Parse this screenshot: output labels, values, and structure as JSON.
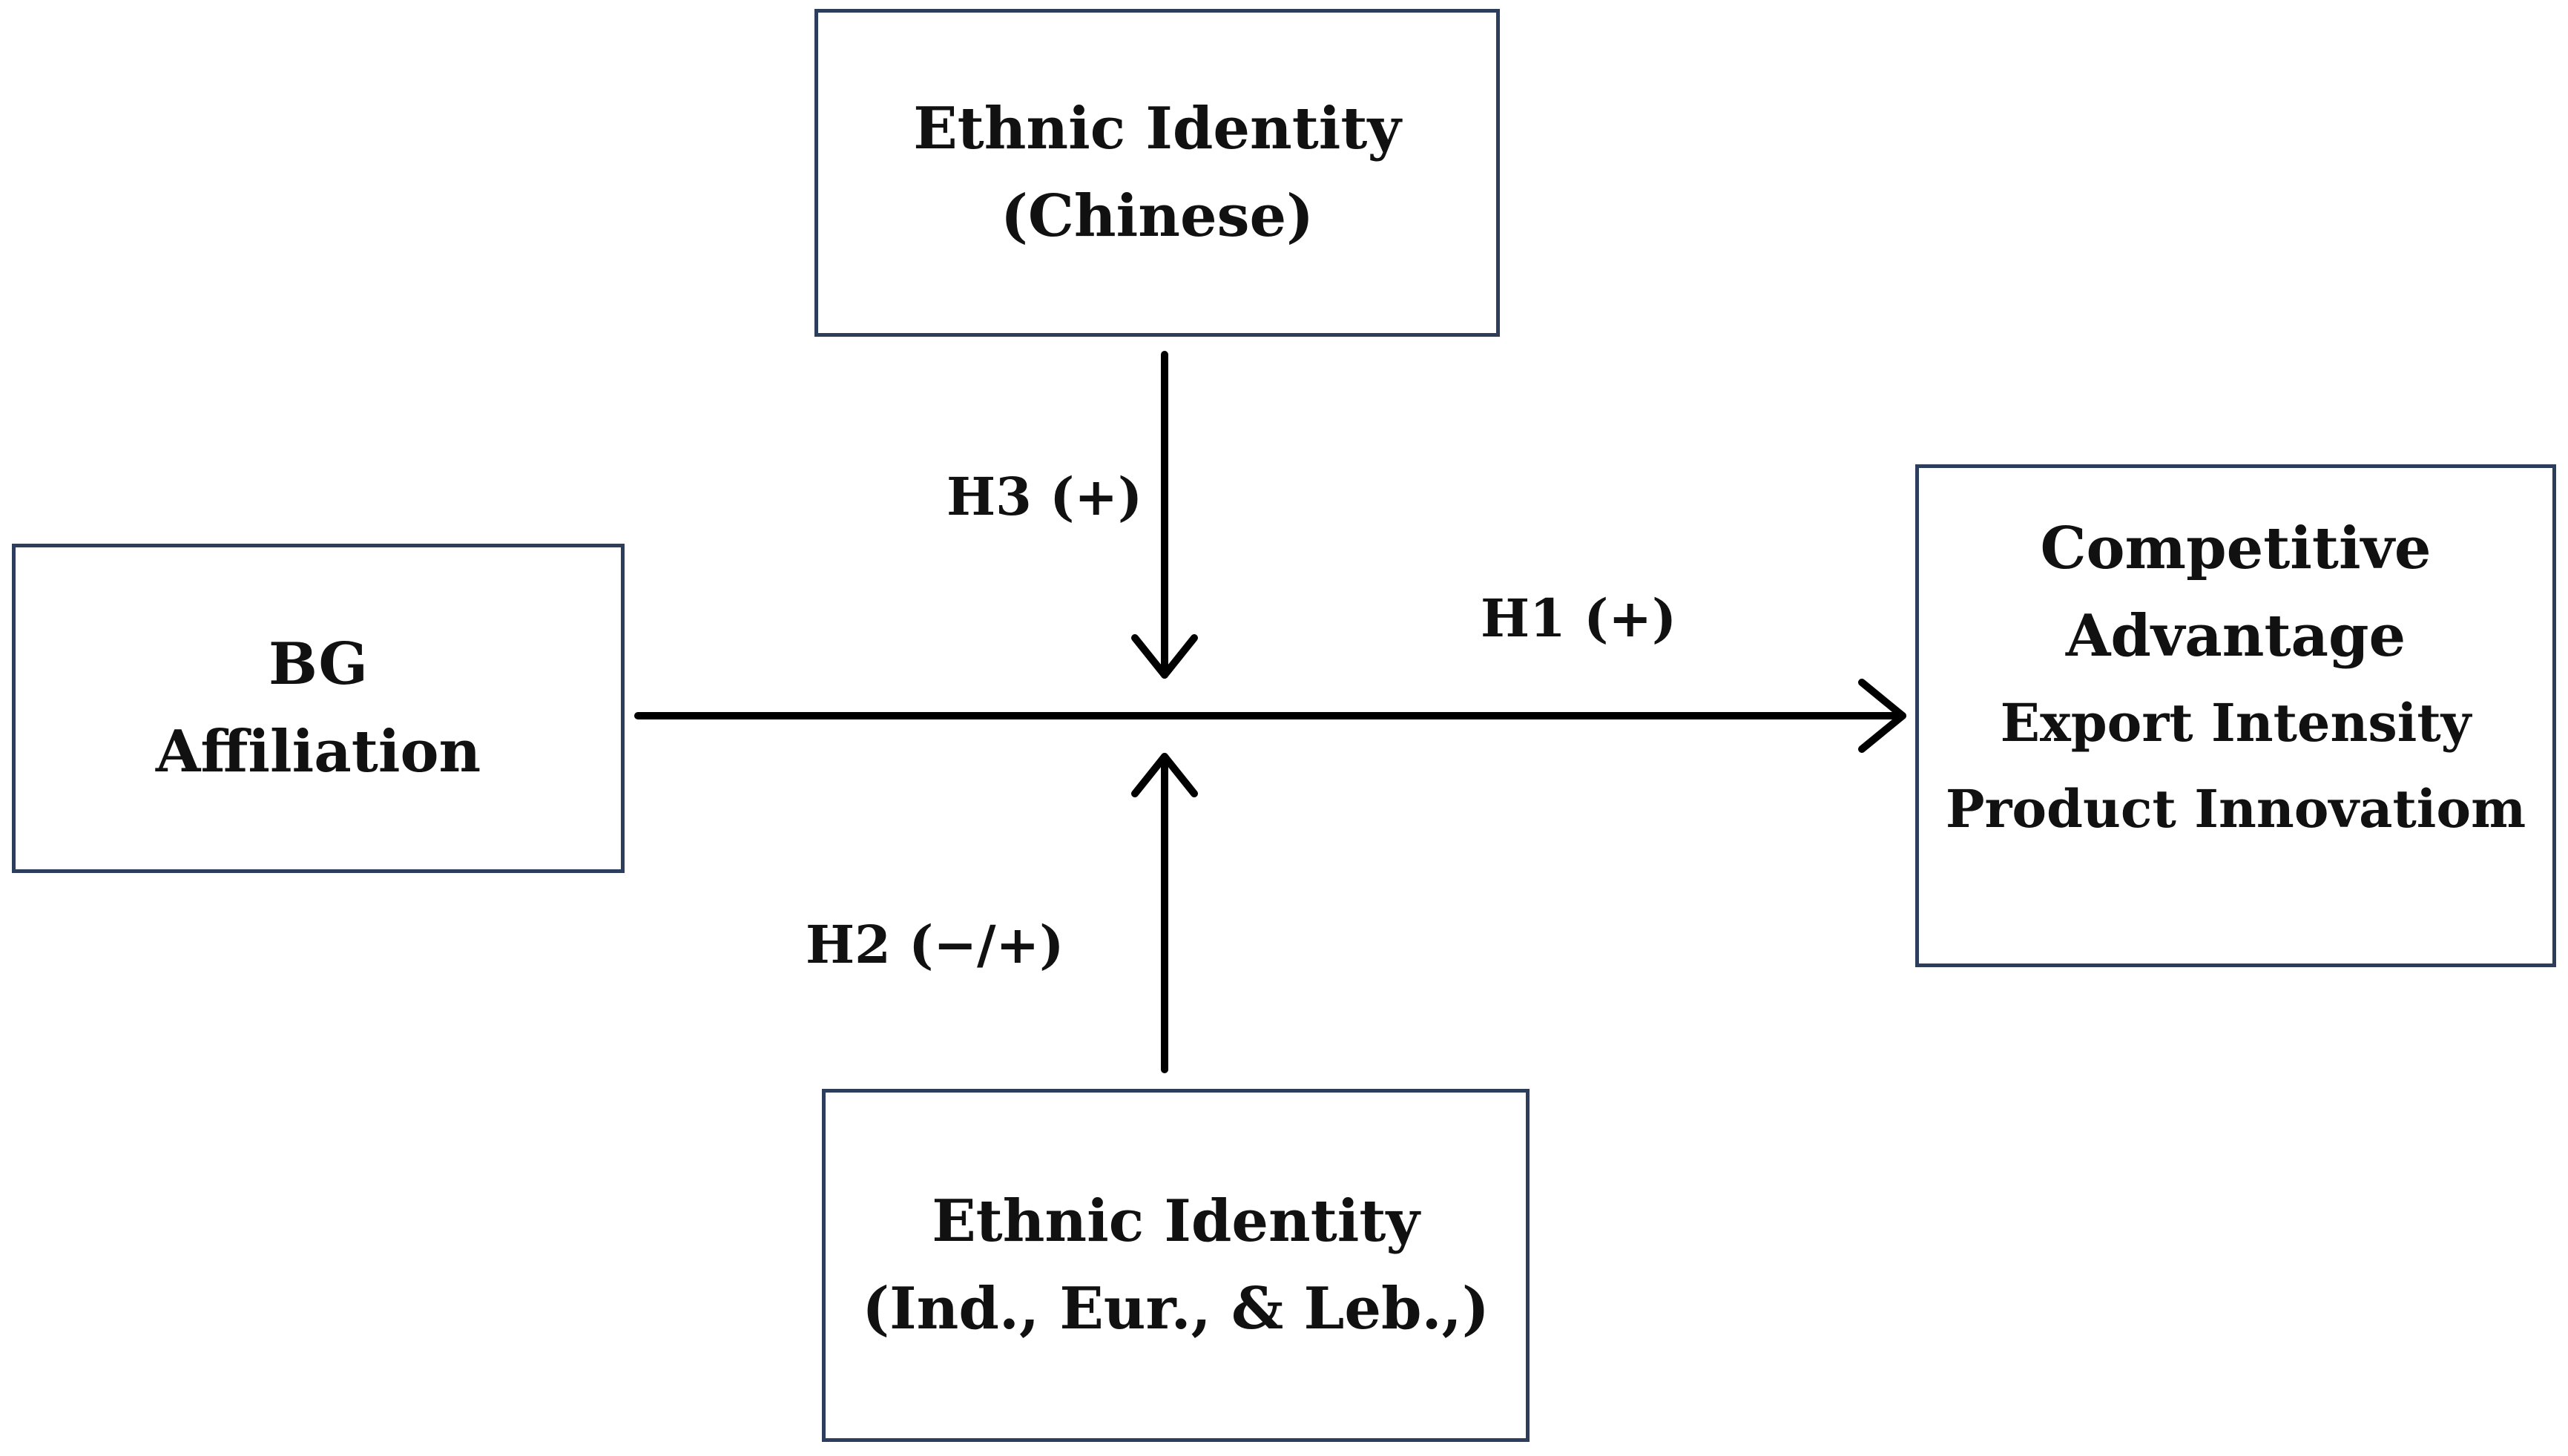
{
  "nodes": {
    "ethnic_chinese": {
      "line1": "Ethnic Identity",
      "line2": "(Chinese)"
    },
    "bg_affiliation": {
      "line1": "BG",
      "line2": "Affiliation"
    },
    "competitive_advantage": {
      "line1": "Competitive",
      "line2": "Advantage",
      "line3": "Export Intensity",
      "line4": "Product Innovatiom"
    },
    "ethnic_others": {
      "line1": "Ethnic Identity",
      "line2": "(Ind., Eur., & Leb.,)"
    }
  },
  "edges": {
    "h1": "H1 (+)",
    "h2": "H2 (−/+)",
    "h3": "H3 (+)"
  },
  "colors": {
    "box_border": "#2c3e5c",
    "arrow": "#000000",
    "text": "#111111"
  }
}
